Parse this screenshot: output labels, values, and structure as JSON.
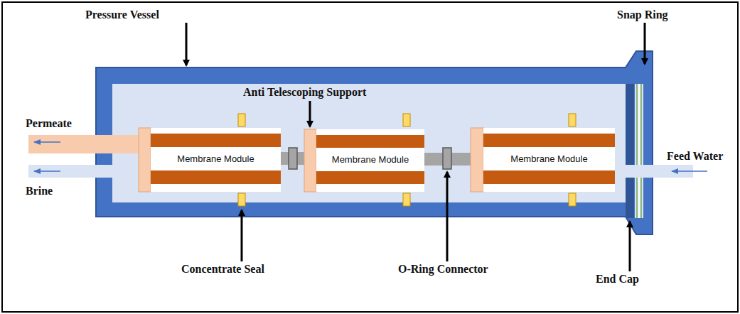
{
  "diagram": {
    "nodes": [
      {
        "text": [
          "Membrane Module"
        ]
      },
      {
        "text": [
          "Membrane Module"
        ]
      },
      {
        "text": [
          "Membrane Module"
        ]
      }
    ],
    "edges": [
      {
        "from": 0,
        "to": 1,
        "arrow": "none"
      },
      {
        "from": 1,
        "to": 2,
        "arrow": "none"
      }
    ],
    "labels": [
      "Pressure Vessel",
      "Snap Ring",
      "Anti Telescoping Support",
      "Permeate",
      "Feed Water",
      "Brine",
      "Concentrate Seal",
      "O-Ring Connector",
      "End Cap"
    ]
  }
}
